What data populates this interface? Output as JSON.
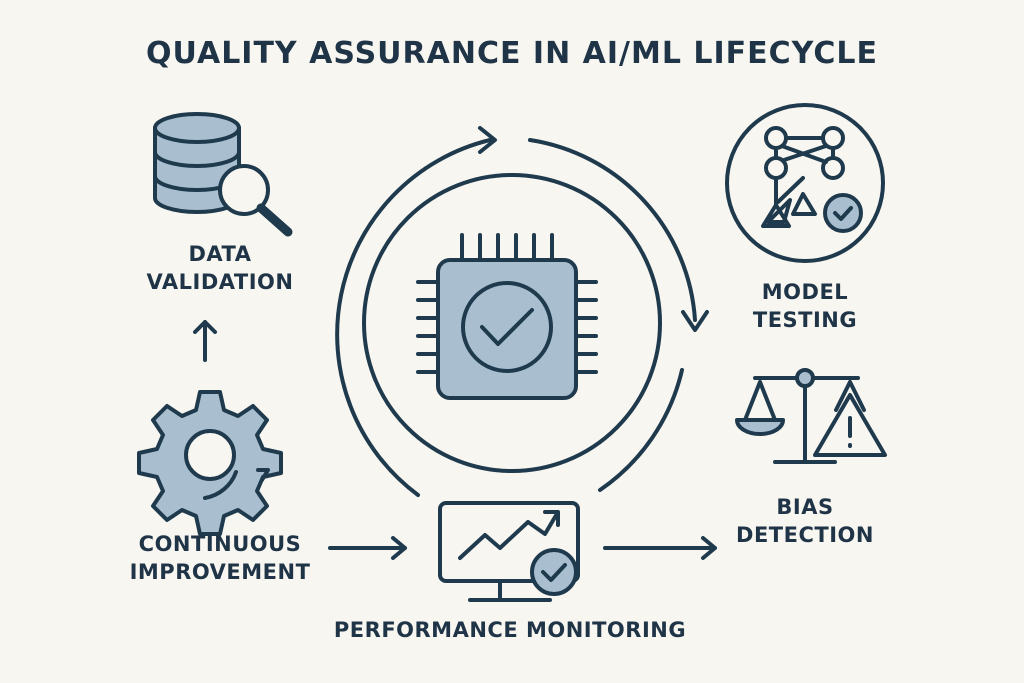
{
  "title": "QUALITY ASSURANCE IN AI/ML LIFECYCLE",
  "stages": {
    "data_validation": [
      "DATA",
      "VALIDATION"
    ],
    "model_testing": [
      "MODEL",
      "TESTING"
    ],
    "bias_detection": [
      "BIAS",
      "DETECTION"
    ],
    "performance_monitoring": "PERFORMANCE MONITORING",
    "continuous_improvement": [
      "CONTINUOUS",
      "IMPROVEMENT"
    ]
  },
  "colors": {
    "background": "#f8f6f1",
    "stroke": "#1f3a4d",
    "fill": "#a9bfd0"
  }
}
